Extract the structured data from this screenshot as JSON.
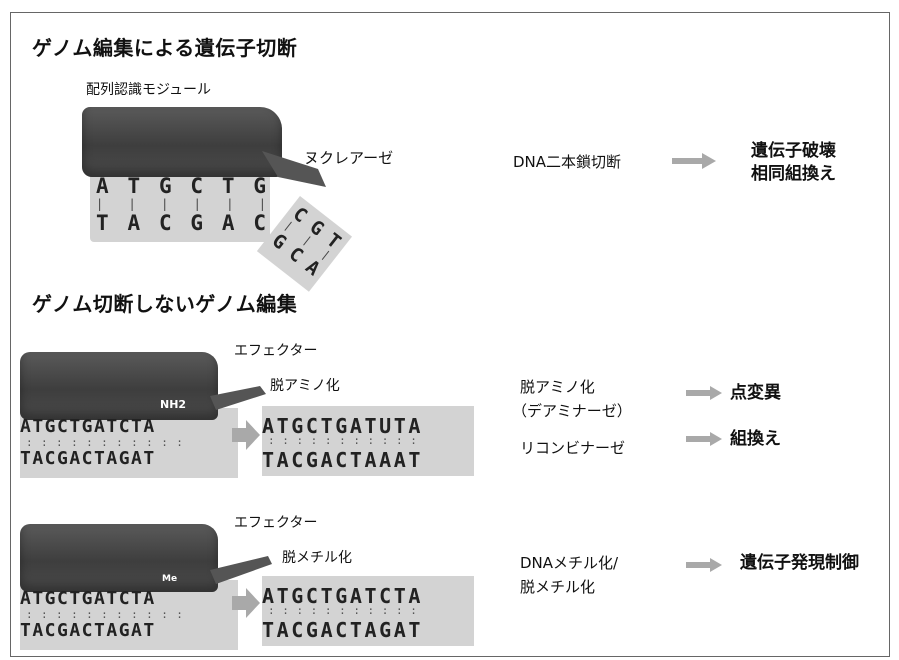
{
  "section1": {
    "title": "ゲノム編集による遺伝子切断",
    "module_label": "配列認識モジュール",
    "nuclease_label": "ヌクレアーゼ",
    "top_strand": [
      "A",
      "T",
      "G",
      "C",
      "T",
      "G"
    ],
    "bottom_strand": [
      "T",
      "A",
      "C",
      "G",
      "A",
      "C"
    ],
    "cut_top": [
      "C",
      "G",
      "T"
    ],
    "cut_bottom": [
      "G",
      "C",
      "A"
    ],
    "process_label": "DNA二本鎖切断",
    "outcomes": [
      "遺伝子破壊",
      "相同組換え"
    ]
  },
  "section2": {
    "title": "ゲノム切断しないゲノム編集",
    "row1": {
      "effector_label": "エフェクター",
      "action_label": "脱アミノ化",
      "mark_label": "NH2",
      "before_top": "ATGCTGATCTA",
      "before_bottom": "TACGACTAGAT",
      "after_top": "ATGCTGATUTA",
      "after_bottom": "TACGACTAAAT",
      "enzyme1_line1": "脱アミノ化",
      "enzyme1_line2": "（デアミナーゼ）",
      "outcome1": "点変異",
      "enzyme2": "リコンビナーゼ",
      "outcome2": "組換え"
    },
    "row2": {
      "effector_label": "エフェクター",
      "action_label": "脱メチル化",
      "mark_label": "Me",
      "before_top": "ATGCTGATCTA",
      "before_bottom": "TACGACTAGAT",
      "after_top": "ATGCTGATCTA",
      "after_bottom": "TACGACTAGAT",
      "enzyme_line1": "DNAメチル化/",
      "enzyme_line2": "脱メチル化",
      "outcome": "遺伝子発現制御"
    }
  },
  "colors": {
    "module": "#4a4a4a",
    "dna_bg": "#d3d3d3",
    "arrow": "#a9a9a9"
  }
}
